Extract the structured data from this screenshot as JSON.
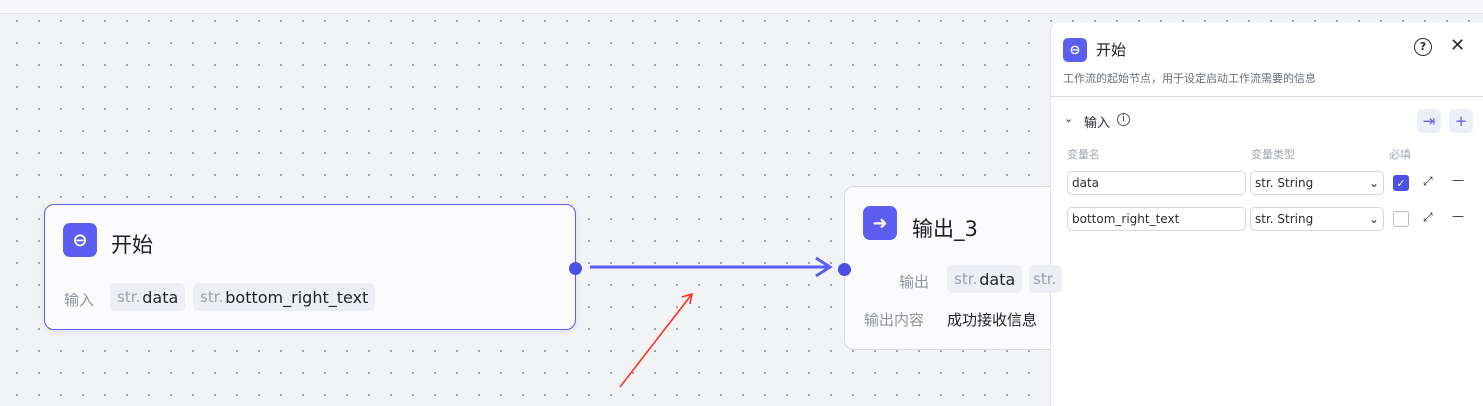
{
  "start_node": {
    "title": "开始",
    "input_label": "输入",
    "tags": [
      {
        "prefix": "str.",
        "name": "data"
      },
      {
        "prefix": "str.",
        "name": "bottom_right_text"
      }
    ]
  },
  "output_node": {
    "title": "输出_3",
    "output_label": "输出",
    "tags": [
      {
        "prefix": "str.",
        "name": "data"
      },
      {
        "prefix": "str."
      }
    ],
    "content_label": "输出内容",
    "content_value": "成功接收信息"
  },
  "panel": {
    "title": "开始",
    "description": "工作流的起始节点，用于设定启动工作流需要的信息",
    "section": "输入",
    "columns": [
      "变量名",
      "变量类型",
      "必填"
    ],
    "rows": [
      {
        "name": "data",
        "type": "str. String",
        "required": true
      },
      {
        "name": "bottom_right_text",
        "type": "str. String",
        "required": false
      }
    ]
  },
  "colors": {
    "accent": "#5b5ef0",
    "arrow": "#ff2a1a"
  }
}
